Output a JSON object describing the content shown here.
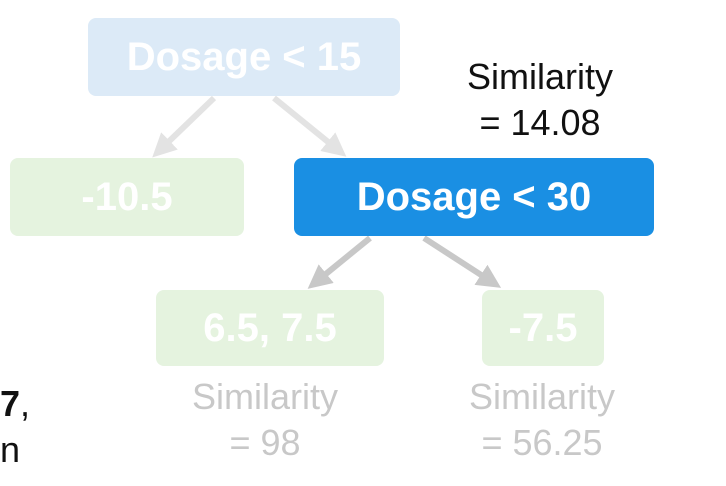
{
  "tree": {
    "root": {
      "label": "Dosage < 15"
    },
    "left_leaf": {
      "label": "-10.5"
    },
    "mid": {
      "label": "Dosage < 30",
      "similarity_label": "Similarity",
      "similarity_value": "= 14.08"
    },
    "leaf_a": {
      "label": "6.5, 7.5",
      "similarity_label": "Similarity",
      "similarity_value": "= 98"
    },
    "leaf_b": {
      "label": "-7.5",
      "similarity_label": "Similarity",
      "similarity_value": "= 56.25"
    }
  },
  "edge_colors": {
    "faded": "#e6e6e6",
    "active": "#c8c8c8"
  },
  "node_colors": {
    "root_faded": "#dceaf7",
    "leaf_faded": "#e5f3df",
    "active": "#1a8fe3"
  },
  "cutoff_text": {
    "line1_number": "7",
    "line1_rest": ",",
    "line2": "n"
  }
}
